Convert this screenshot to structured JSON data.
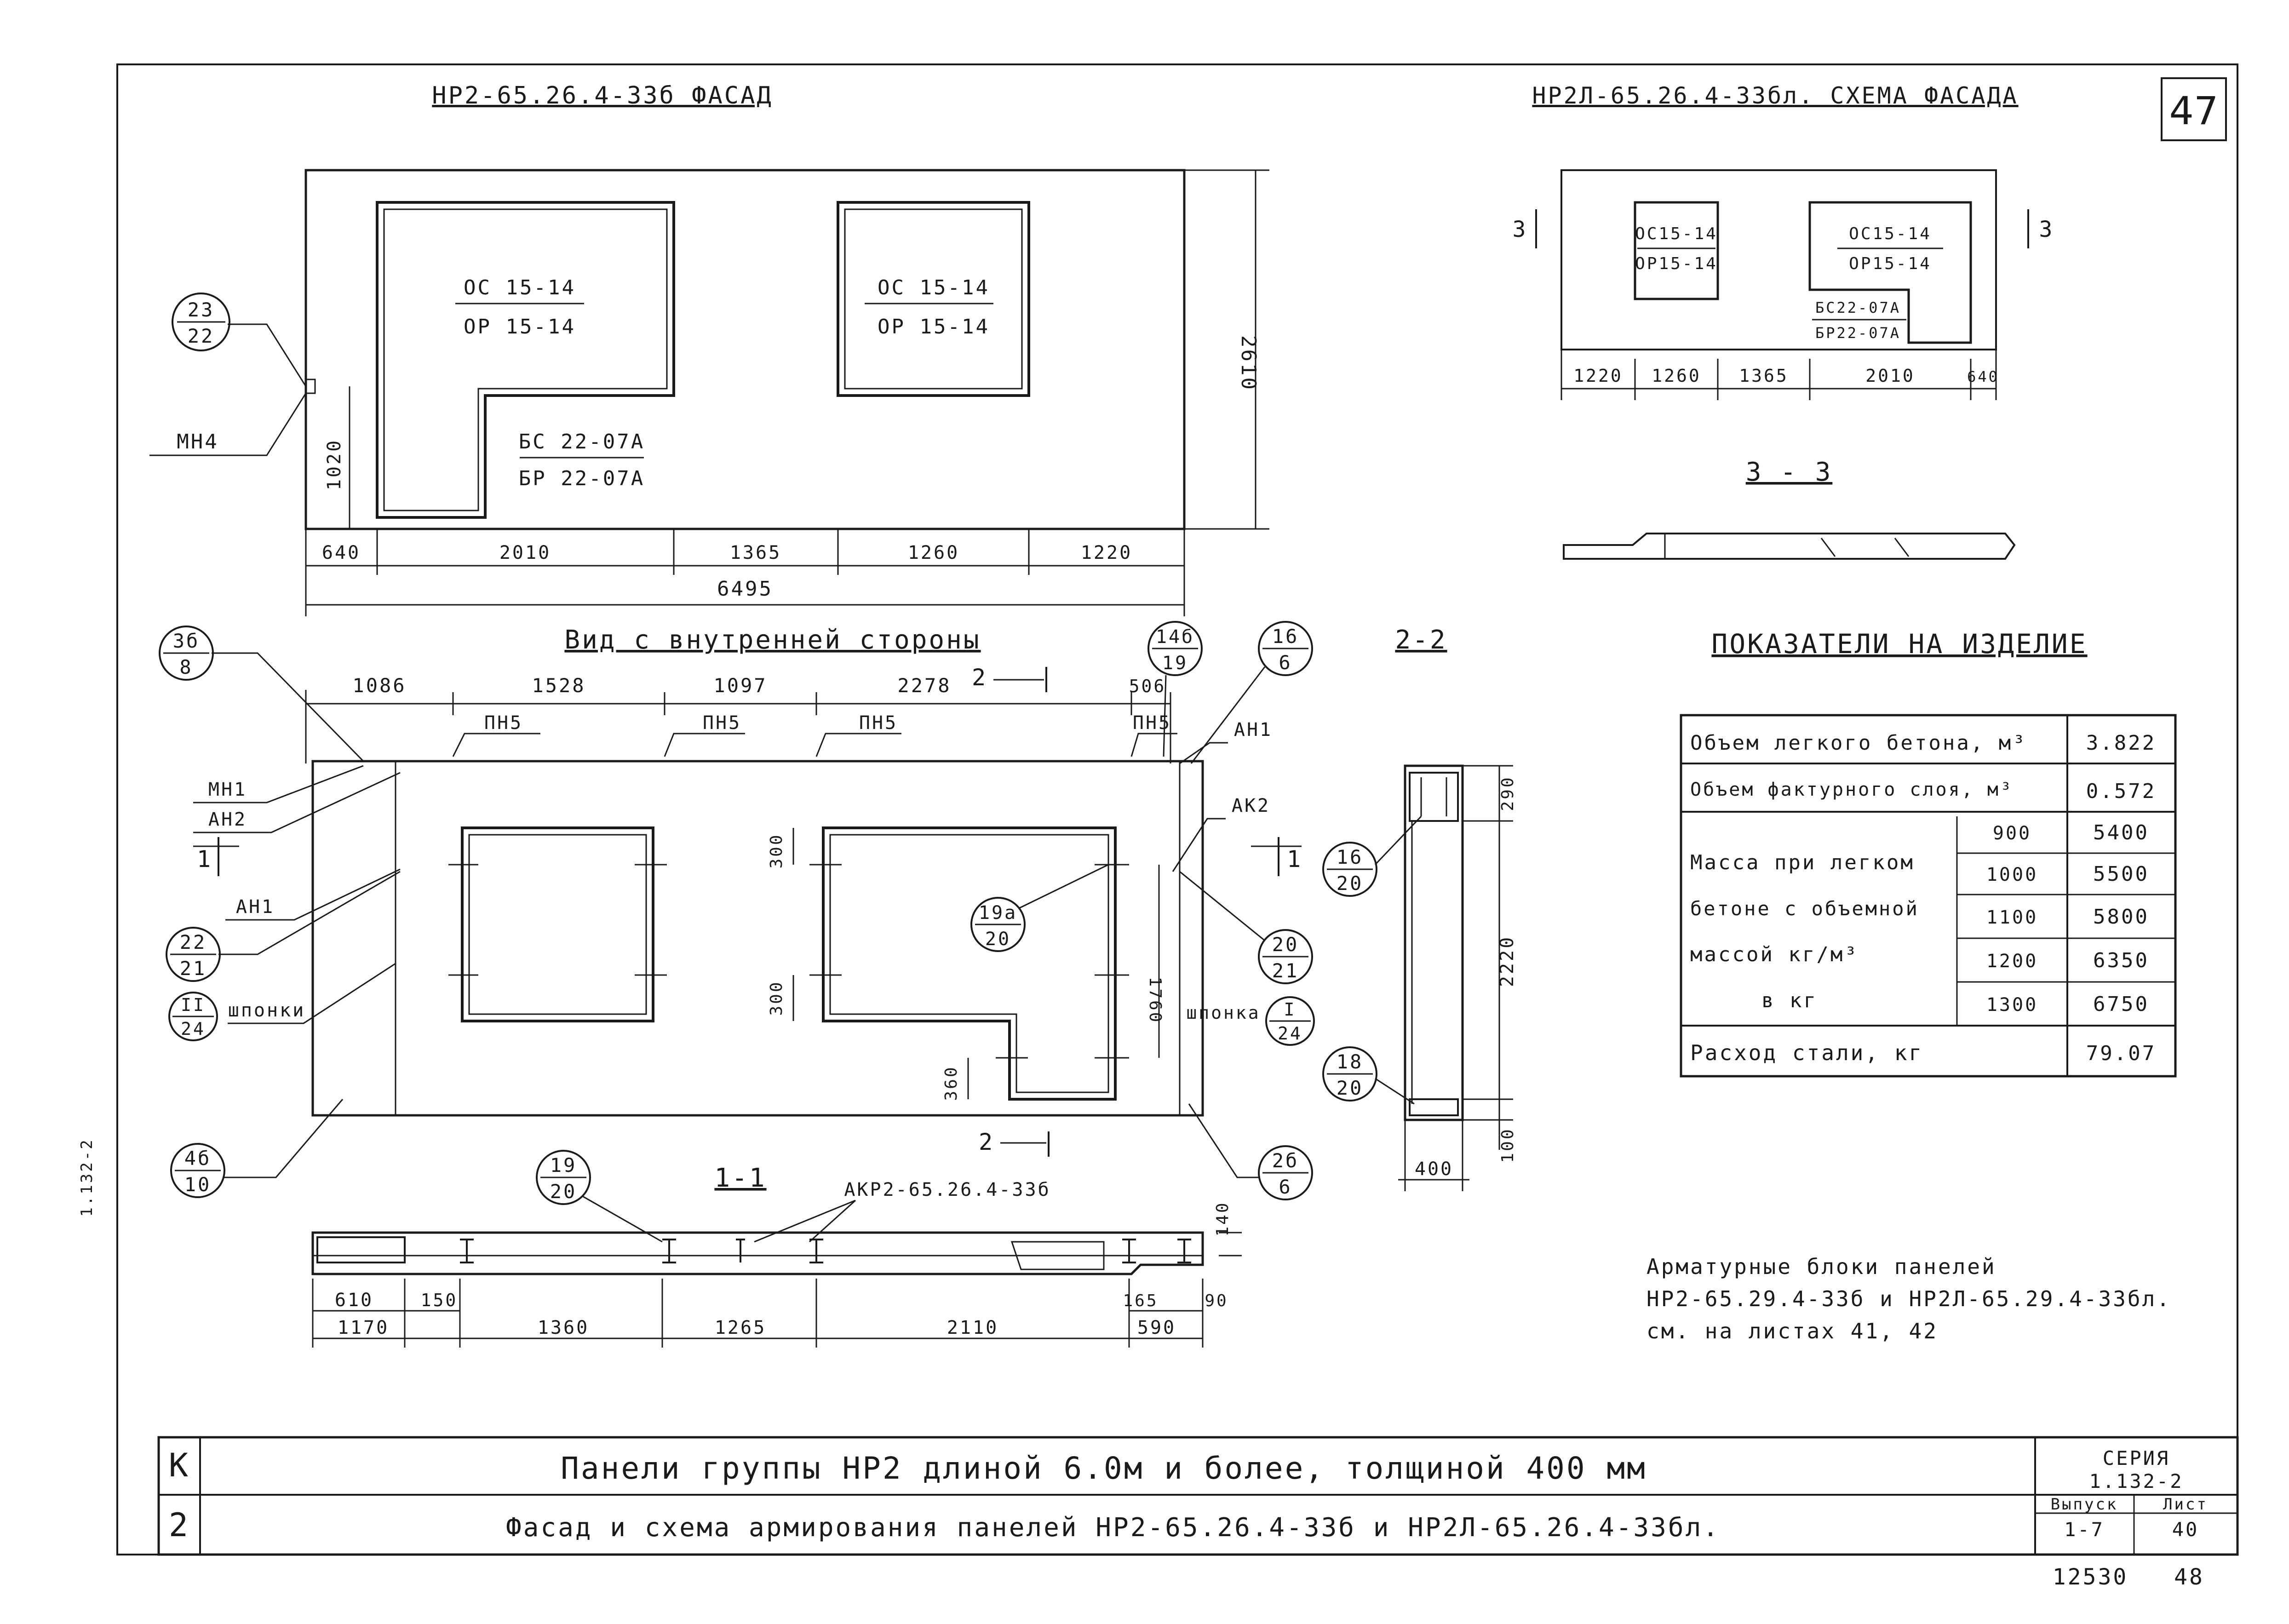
{
  "sheet_number": "47",
  "side_mark": "1.132-2",
  "archive_number": "12530",
  "archive_page": "48",
  "facade": {
    "title": "НР2-65.26.4-33б ФАСАД",
    "window_left_1": "ОС 15-14",
    "window_left_2": "ОР 15-14",
    "balcony_1": "БС 22-07А",
    "balcony_2": "БР 22-07А",
    "window_right_1": "ОС 15-14",
    "window_right_2": "ОР 15-14",
    "dim_height": "2610",
    "dim_1020": "1020",
    "bottom_dims": [
      "640",
      "2010",
      "1365",
      "1260",
      "1220"
    ],
    "total": "6495",
    "callout_23_22": [
      "23",
      "22"
    ],
    "mn4": "МН4"
  },
  "scheme": {
    "title": "НР2Л-65.26.4-33бл. СХЕМА ФАСАДА",
    "w1_1": "ОС15-14",
    "w1_2": "ОР15-14",
    "w2_1": "ОС15-14",
    "w2_2": "ОР15-14",
    "b_1": "БС22-07А",
    "b_2": "БР22-07А",
    "dims": [
      "1220",
      "1260",
      "1365",
      "2010",
      "640"
    ],
    "cut_left": "3",
    "cut_right": "3",
    "section_33": "3 - 3"
  },
  "inner": {
    "title": "Вид с внутренней стороны",
    "top_dims": [
      "1086",
      "1528",
      "1097",
      "2278",
      "506"
    ],
    "pn5": "ПН5",
    "mn1": "МН1",
    "an2": "АН2",
    "an1": "АН1",
    "an1_r": "АН1",
    "ak2": "АК2",
    "shponki": "шпонки",
    "shponka_r": "шпонка",
    "dim_300_top": "300",
    "dim_300_mid": "300",
    "dim_360": "360",
    "dim_1760": "1760",
    "cut_11_left": "1",
    "cut_11_right": "1",
    "cut_22_top": "2",
    "cut_22_bottom": "2",
    "c_3b_8": [
      "3б",
      "8"
    ],
    "c_14b_19": [
      "14б",
      "19"
    ],
    "c_16_6": [
      "16",
      "6"
    ],
    "c_22_21": [
      "22",
      "21"
    ],
    "c_11_24": [
      "II",
      "24"
    ],
    "c_4b_10": [
      "4б",
      "10"
    ],
    "c_19a_20": [
      "19а",
      "20"
    ],
    "c_20_21": [
      "20",
      "21"
    ],
    "c_I_24": [
      "I",
      "24"
    ],
    "c_2b_6": [
      "2б",
      "6"
    ]
  },
  "section11": {
    "title": "1-1",
    "label": "АКР2-65.26.4-33б",
    "c_19_20": [
      "19",
      "20"
    ],
    "dim_140": "140",
    "dims_top": [
      "610",
      "150",
      "165",
      "90"
    ],
    "dims_bottom": [
      "1170",
      "1360",
      "1265",
      "2110",
      "590"
    ]
  },
  "section22": {
    "title": "2-2",
    "dim_290": "290",
    "dim_2220": "2220",
    "dim_100": "100",
    "dim_400": "400",
    "c_16_20": [
      "16",
      "20"
    ],
    "c_18_20": [
      "18",
      "20"
    ]
  },
  "indicators": {
    "title": "ПОКАЗАТЕЛИ НА ИЗДЕЛИЕ",
    "row1_label": "Объем легкого бетона, м³",
    "row1_value": "3.822",
    "row2_label": "Объем фактурного слоя, м³",
    "row2_value": "0.572",
    "mass_label_1": "Масса при легком",
    "mass_label_2": "бетоне с объемной",
    "mass_label_3": "массой  кг/м³",
    "mass_label_4": "в кг",
    "mass_rows": [
      {
        "density": "900",
        "mass": "5400"
      },
      {
        "density": "1000",
        "mass": "5500"
      },
      {
        "density": "1100",
        "mass": "5800"
      },
      {
        "density": "1200",
        "mass": "6350"
      },
      {
        "density": "1300",
        "mass": "6750"
      }
    ],
    "steel_label": "Расход стали, кг",
    "steel_value": "79.07"
  },
  "note": {
    "line1": "Арматурные блоки панелей",
    "line2": "НР2-65.29.4-33б и НР2Л-65.29.4-33бл.",
    "line3": "см. на листах 41, 42"
  },
  "title_block": {
    "line1": "Панели группы НР2 длиной 6.0м и более,   толщиной   400 мм",
    "line2": "Фасад и схема армирования панелей НР2-65.26.4-33б и НР2Л-65.26.4-33бл.",
    "row1_mark": "К",
    "row2_mark": "2",
    "series_label": "СЕРИЯ",
    "series_value": "1.132-2",
    "issue_label": "Выпуск",
    "issue_value": "1-7",
    "sheet_label": "Лист",
    "sheet_value": "40"
  }
}
